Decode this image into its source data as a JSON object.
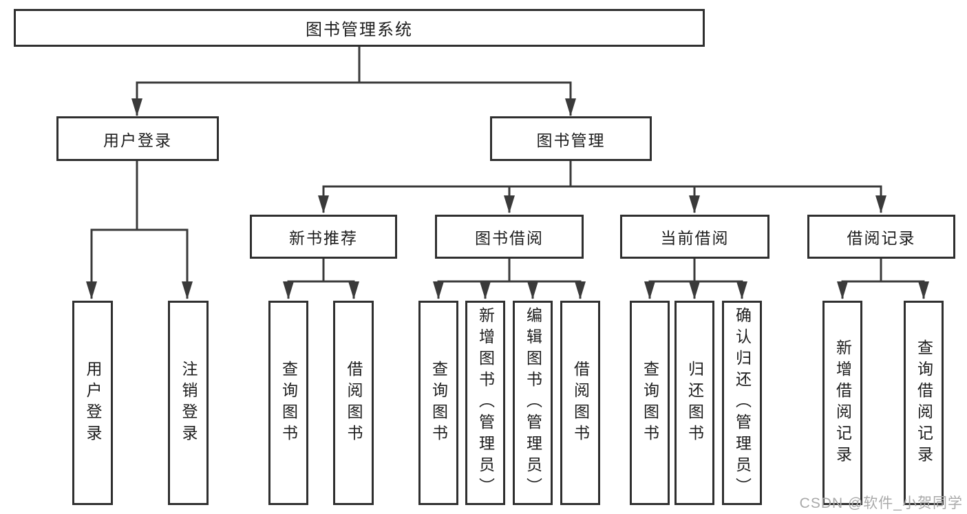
{
  "colors": {
    "box_border": "#2f2f2f",
    "connector_line": "#3a3a3a",
    "text": "#1c1c1c",
    "watermark": "#a9a9a9",
    "background": "#ffffff"
  },
  "watermark": {
    "text": "CSDN @软件_小贺同学"
  },
  "tree": {
    "root": {
      "label": "图书管理系统"
    },
    "branches": [
      {
        "label": "用户登录",
        "children": [
          {
            "label": "用户登录"
          },
          {
            "label": "注销登录"
          }
        ]
      },
      {
        "label": "图书管理",
        "children": [
          {
            "label": "新书推荐",
            "children": [
              {
                "label": "查询图书"
              },
              {
                "label": "借阅图书"
              }
            ]
          },
          {
            "label": "图书借阅",
            "children": [
              {
                "label": "查询图书"
              },
              {
                "label": "新增图书（管理员）"
              },
              {
                "label": "编辑图书（管理员）"
              },
              {
                "label": "借阅图书"
              }
            ]
          },
          {
            "label": "当前借阅",
            "children": [
              {
                "label": "查询图书"
              },
              {
                "label": "归还图书"
              },
              {
                "label": "确认归还（管理员）"
              }
            ]
          },
          {
            "label": "借阅记录",
            "children": [
              {
                "label": "新增借阅记录"
              },
              {
                "label": "查询借阅记录"
              }
            ]
          }
        ]
      }
    ]
  }
}
